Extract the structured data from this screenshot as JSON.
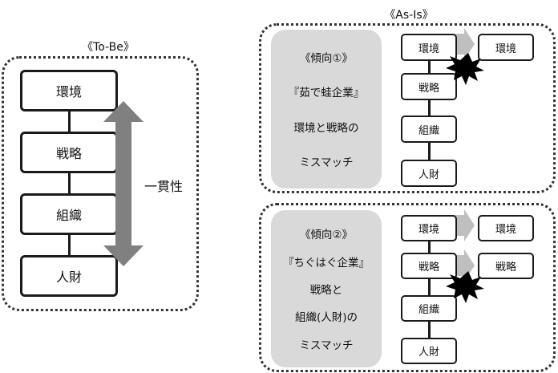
{
  "to_be": {
    "heading": "《To-Be》",
    "boxes": [
      "環境",
      "戦略",
      "組織",
      "人財"
    ],
    "consistency_label": "一貫性"
  },
  "as_is": {
    "heading": "《As-Is》",
    "case1": {
      "lines": [
        "《傾向①》",
        "『茹で蛙企業』",
        "環境と戦略の",
        "ミスマッチ"
      ],
      "boxes": [
        "環境",
        "戦略",
        "組織",
        "人財"
      ],
      "shifted": [
        "環境"
      ]
    },
    "case2": {
      "lines": [
        "《傾向②》",
        "『ちぐはぐ企業』",
        "戦略と",
        "組織(人財)の",
        "ミスマッチ"
      ],
      "boxes": [
        "環境",
        "戦略",
        "組織",
        "人財"
      ],
      "shifted": [
        "環境",
        "戦略"
      ]
    }
  }
}
